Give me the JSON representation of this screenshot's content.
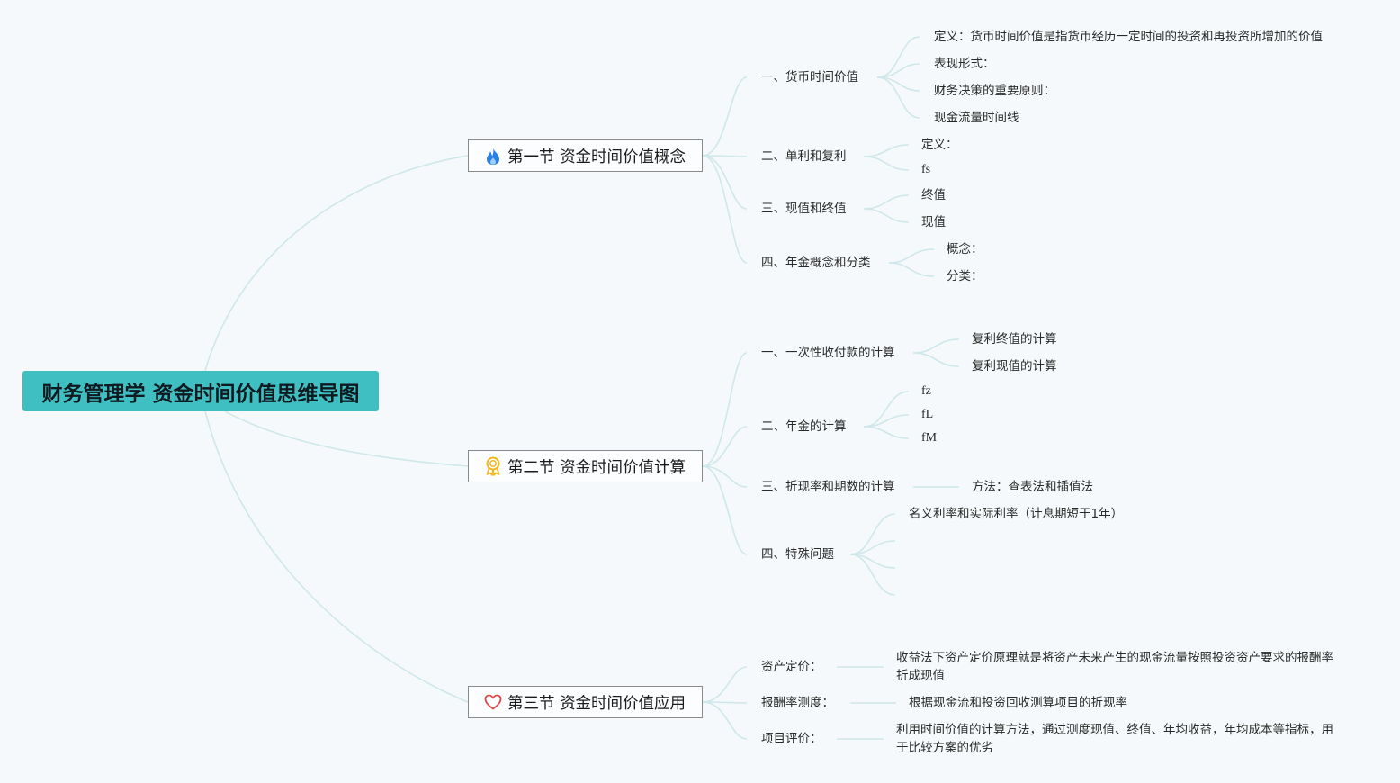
{
  "root": {
    "title": "财务管理学 资金时间价值思维导图"
  },
  "sections": [
    {
      "label": "第一节 资金时间价值概念",
      "icon": "flame-icon",
      "children": [
        {
          "label": "一、货币时间价值",
          "children": [
            "定义：货币时间价值是指货币经历一定时间的投资和再投资所增加的价值",
            "表现形式：",
            "财务决策的重要原则：",
            "现金流量时间线"
          ]
        },
        {
          "label": "二、单利和复利",
          "children": [
            "定义：",
            "fs"
          ]
        },
        {
          "label": "三、现值和终值",
          "children": [
            "终值",
            "现值"
          ]
        },
        {
          "label": "四、年金概念和分类",
          "children": [
            "概念：",
            "分类："
          ]
        }
      ]
    },
    {
      "label": "第二节 资金时间价值计算",
      "icon": "award-medal-icon",
      "children": [
        {
          "label": "一、一次性收付款的计算",
          "children": [
            "复利终值的计算",
            "复利现值的计算"
          ]
        },
        {
          "label": "二、年金的计算",
          "children": [
            "fz",
            "fL",
            "fM"
          ]
        },
        {
          "label": "三、折现率和期数的计算",
          "children": [
            "方法：查表法和插值法"
          ]
        },
        {
          "label": "四、特殊问题",
          "children": [
            "名义利率和实际利率（计息期短于1年）"
          ]
        }
      ]
    },
    {
      "label": "第三节 资金时间价值应用",
      "icon": "heart-icon",
      "children": [
        {
          "label": "资产定价：",
          "children": [
            "收益法下资产定价原理就是将资产未来产生的现金流量按照投资资产要求的报酬率折成现值"
          ]
        },
        {
          "label": "报酬率测度：",
          "children": [
            "根据现金流和投资回收测算项目的折现率"
          ]
        },
        {
          "label": "项目评价：",
          "children": [
            "利用时间价值的计算方法，通过测度现值、终值、年均收益，年均成本等指标，用于比较方案的优劣"
          ]
        }
      ]
    }
  ],
  "colors": {
    "root_fill": "#3fbfc2",
    "link": "#cfe7ea",
    "background": "#f5f9fb",
    "flame": "#2b7fe0",
    "medal": "#f2b51c",
    "heart": "#e04848"
  }
}
